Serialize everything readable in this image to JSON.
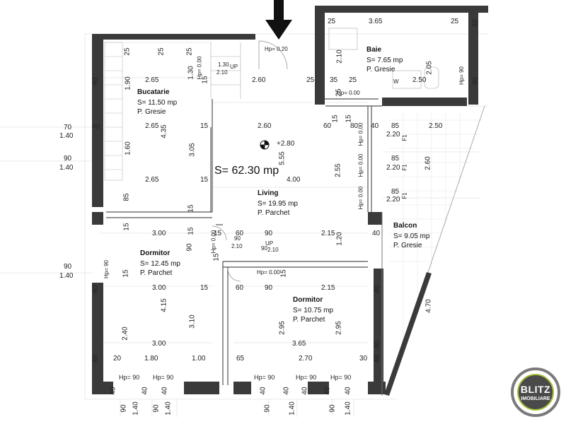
{
  "rooms": {
    "bucatarie": {
      "name": "Bucatarie",
      "area": "S= 11.50 mp",
      "floor": "P. Gresie"
    },
    "baie": {
      "name": "Baie",
      "area": "S= 7.65 mp",
      "floor": "P. Gresie"
    },
    "living": {
      "name": "Living",
      "area": "S= 19.95 mp",
      "floor": "P. Parchet"
    },
    "balcon": {
      "name": "Balcon",
      "area": "S= 9.05 mp",
      "floor": "P. Gresie"
    },
    "dormitor1": {
      "name": "Dormitor",
      "area": "S= 12.45 mp",
      "floor": "P. Parchet"
    },
    "dormitor2": {
      "name": "Dormitor",
      "area": "S= 10.75 mp",
      "floor": "P. Parchet"
    }
  },
  "total_area": "S= 62.30 mp",
  "level_mark": "+2.80",
  "labels": {
    "up": "UP",
    "w": "W",
    "f1": "F1",
    "hp0": "Hp= 0.00",
    "hp020": "Hp= 0.20",
    "hp90": "Hp= 90"
  },
  "dims": {
    "d25": "25",
    "d365": "3.65",
    "d40": "40",
    "d210": "2.10",
    "d205": "2.05",
    "d35": "35",
    "d250": "2.50",
    "d130": "1.30",
    "d190": "1.90",
    "d265": "2.65",
    "d260": "2.60",
    "d15": "15",
    "d70": "70",
    "d140": "1.40",
    "d90": "90",
    "d160": "1.60",
    "d435": "4.35",
    "d305": "3.05",
    "d555": "5.55",
    "d60": "60",
    "d80": "80",
    "d85": "85",
    "d220": "2.20",
    "d255": "2.55",
    "d400": "4.00",
    "d300": "3.00",
    "d215": "2.15",
    "d120": "1.20",
    "d415": "4.15",
    "d310": "3.10",
    "d240": "2.40",
    "d295": "2.95",
    "d20": "20",
    "d180": "1.80",
    "d100": "1.00",
    "d65": "65",
    "d270": "2.70",
    "d30": "30",
    "d470": "4.70"
  },
  "logo": {
    "line1": "BLITZ",
    "line2": "IMOBILIARE"
  }
}
